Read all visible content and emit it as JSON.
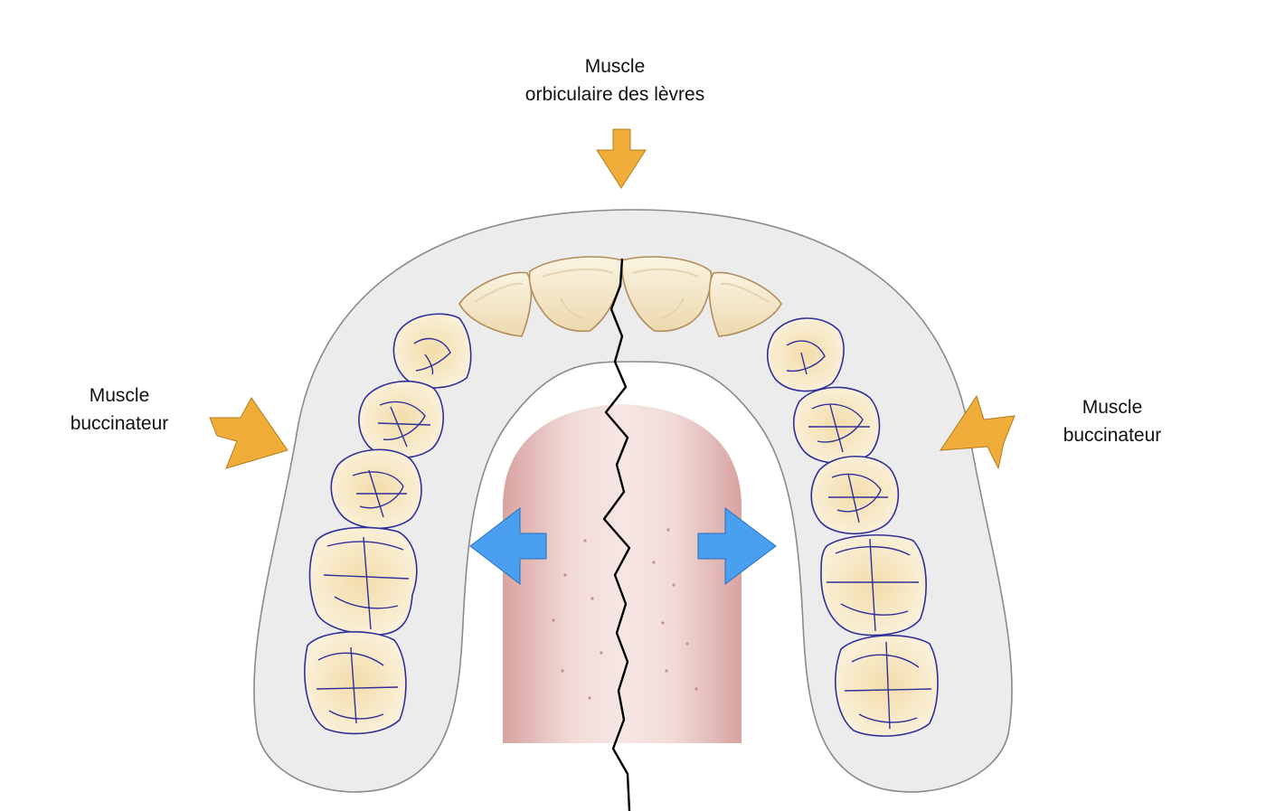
{
  "labels": {
    "top": {
      "line1": "Muscle",
      "line2": "orbiculaire des lèvres"
    },
    "left": {
      "line1": "Muscle",
      "line2": "buccinateur"
    },
    "right": {
      "line1": "Muscle",
      "line2": "buccinateur"
    }
  },
  "colors": {
    "gum_fill": "#ececec",
    "gum_stroke": "#8a8a8a",
    "tongue_light": "#f4e3e0",
    "tongue_dark": "#d59a98",
    "incisor_fill": "#f7ecd3",
    "incisor_stroke": "#b08d5a",
    "molar_fill": "#f4e6c4",
    "molar_stroke": "#2f2f9a",
    "muscle_arrow": "#f0ad3a",
    "tongue_arrow": "#4a9ff0",
    "crack_line": "#000000"
  }
}
